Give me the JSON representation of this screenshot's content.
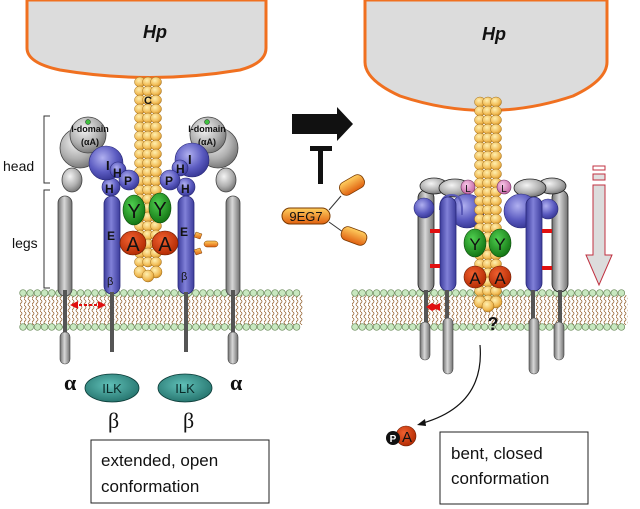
{
  "left_panel": {
    "pathogen_label": "Hp",
    "caga_label": "C",
    "bracket_head_label": "head",
    "bracket_legs_label": "legs",
    "idomain_label_line1": "I-domain",
    "idomain_label_line2": "(αA)",
    "domain_I": "I",
    "domain_H": "H",
    "domain_P": "P",
    "domain_Y": "Y",
    "domain_A": "A",
    "domain_E": "E",
    "beta_leg": "β",
    "alpha_label": "α",
    "beta_label": "β",
    "ilk_label": "ILK",
    "caption": [
      "extended, open",
      "conformation"
    ]
  },
  "middle": {
    "antibody_label": "9EG7"
  },
  "right_panel": {
    "pathogen_label": "Hp",
    "domain_L": "L",
    "domain_Y": "Y",
    "domain_A": "A",
    "question_mark": "?",
    "phospho_P": "P",
    "phospho_A": "A",
    "caption": [
      "bent, closed",
      "conformation"
    ]
  },
  "colors": {
    "pathogen_fill": "#dcdcdc",
    "pathogen_stroke": "#f07020",
    "caga_bead": "#f0c060",
    "integrin_beta": "#5a5ab8",
    "integrin_alpha": "#9a9a9a",
    "domain_Y": "#1a8a1a",
    "domain_A": "#d83a10",
    "domain_L": "#e090c0",
    "ilk": "#3a9a90",
    "membrane_head": "#c8e8c0",
    "red_marker": "#e01010"
  }
}
